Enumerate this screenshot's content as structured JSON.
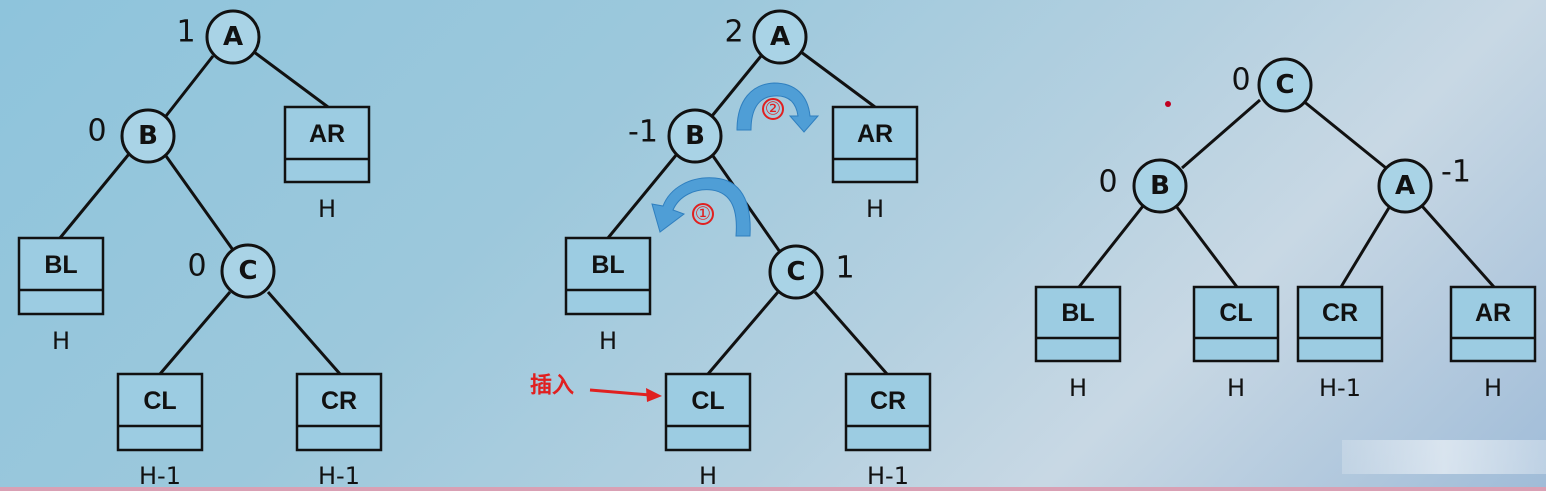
{
  "tree1": {
    "nodes": {
      "A": {
        "label": "A",
        "bf": "1"
      },
      "B": {
        "label": "B",
        "bf": "0"
      },
      "C": {
        "label": "C",
        "bf": "0"
      }
    },
    "subtrees": {
      "AR": {
        "label": "AR",
        "height": "H"
      },
      "BL": {
        "label": "BL",
        "height": "H"
      },
      "CL": {
        "label": "CL",
        "height": "H-1"
      },
      "CR": {
        "label": "CR",
        "height": "H-1"
      }
    }
  },
  "tree2": {
    "nodes": {
      "A": {
        "label": "A",
        "bf": "2"
      },
      "B": {
        "label": "B",
        "bf": "-1"
      },
      "C": {
        "label": "C",
        "bf": "1"
      }
    },
    "subtrees": {
      "AR": {
        "label": "AR",
        "height": "H"
      },
      "BL": {
        "label": "BL",
        "height": "H"
      },
      "CL": {
        "label": "CL",
        "height": "H"
      },
      "CR": {
        "label": "CR",
        "height": "H-1"
      }
    },
    "steps": {
      "one": "①",
      "two": "②"
    },
    "insert_label": "插入"
  },
  "tree3": {
    "nodes": {
      "C": {
        "label": "C",
        "bf": "0"
      },
      "B": {
        "label": "B",
        "bf": "0"
      },
      "A": {
        "label": "A",
        "bf": "-1"
      }
    },
    "subtrees": {
      "BL": {
        "label": "BL",
        "height": "H"
      },
      "CL": {
        "label": "CL",
        "height": "H"
      },
      "CR": {
        "label": "CR",
        "height": "H-1"
      },
      "AR": {
        "label": "AR",
        "height": "H"
      }
    }
  },
  "colors": {
    "node_fill": "#a9d3e6",
    "box_fill": "#9ccce2",
    "accent_red": "#e02020",
    "rotation_arrow": "#4f9ed6"
  }
}
